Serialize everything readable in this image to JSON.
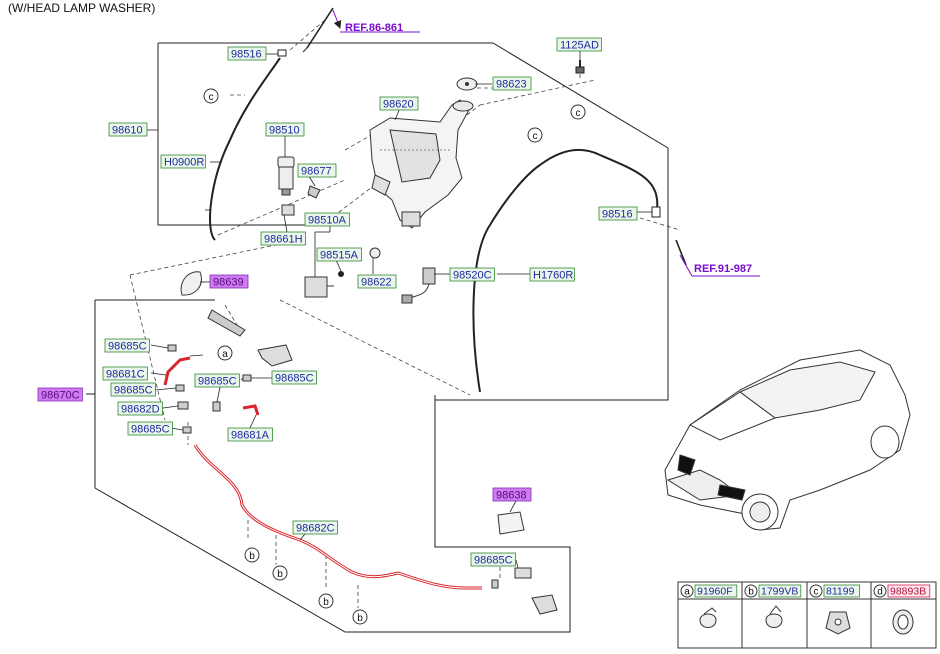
{
  "header": {
    "title": "(W/HEAD LAMP WASHER)"
  },
  "colors": {
    "box_bg": "#eaf6ea",
    "box_border": "#2f8a2f",
    "label_text": "#1d2aa0",
    "highlight_bg": "#cc7cf2",
    "highlight_text": "#5a0a7a",
    "ref_text": "#7a0ccc",
    "hose_red": "#d8262c",
    "line": "#222222"
  },
  "refs": {
    "ref1": "REF.86-861",
    "ref2": "REF.91-987"
  },
  "callouts": {
    "a": "a",
    "b": "b",
    "c": "c",
    "d": "d"
  },
  "parts": {
    "p98516_top": "98516",
    "p1125AD": "1125AD",
    "p98623": "98623",
    "p98620": "98620",
    "p98610": "98610",
    "p98510": "98510",
    "pH0900R": "H0900R",
    "p98677": "98677",
    "p98510A": "98510A",
    "p98661H": "98661H",
    "p98515A": "98515A",
    "p98622": "98622",
    "p98520C": "98520C",
    "pH1760R": "H1760R",
    "p98516_right": "98516",
    "p98639": "98639",
    "p98685C_1": "98685C",
    "p98681C": "98681C",
    "p98685C_2": "98685C",
    "p98685C_3": "98685C",
    "p98685C_4": "98685C",
    "p98682D": "98682D",
    "p98685C_5": "98685C",
    "p98681A": "98681A",
    "p98670C": "98670C",
    "p98638": "98638",
    "p98682C": "98682C",
    "p98685C_6": "98685C"
  },
  "legend": [
    {
      "letter": "a",
      "part": "91960F",
      "icon": "hose-clip-icon"
    },
    {
      "letter": "b",
      "part": "1799VB",
      "icon": "hose-clip-icon"
    },
    {
      "letter": "c",
      "part": "81199",
      "icon": "hose-clamp-icon"
    },
    {
      "letter": "d",
      "part": "98893B",
      "icon": "grommet-icon"
    }
  ]
}
